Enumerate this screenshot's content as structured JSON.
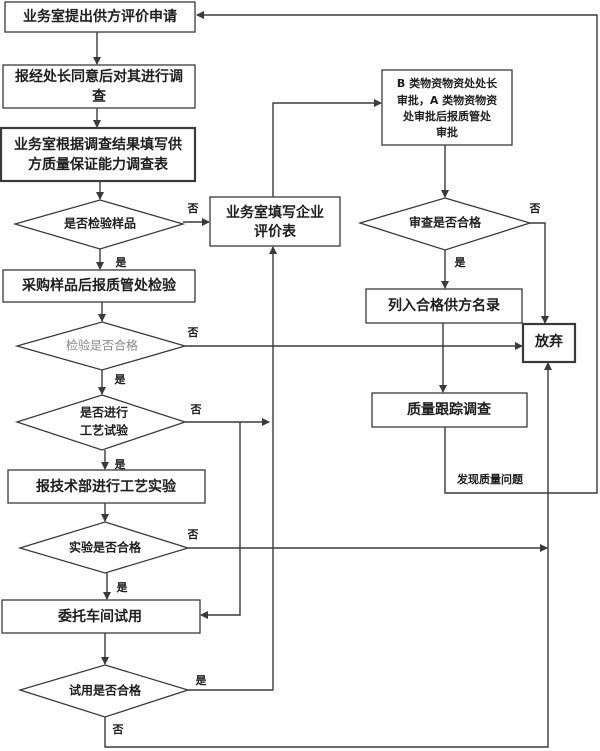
{
  "nodes": {
    "submit_request": "业务室提出供方评价申请",
    "director_approval": [
      "报经处长同意后对其进行调",
      "查"
    ],
    "fill_survey": [
      "业务室根据调查结果填写供",
      "方质量保证能力调查表"
    ],
    "check_sample": "是否检验样品",
    "fill_evaluation": [
      "业务室填写企业",
      "评价表"
    ],
    "buy_sample": "采购样品后报质管处检验",
    "inspection_pass": "检验是否合格",
    "process_test_q": [
      "是否进行",
      "工艺试验"
    ],
    "tech_dept_test": "报技术部进行工艺实验",
    "test_pass": "实验是否合格",
    "workshop_trial": "委托车间试用",
    "trial_pass": "试用是否合格",
    "approval": [
      "B 类物资物资处处长",
      "审批，A 类物资物资",
      "处审批后报质管处",
      "审批"
    ],
    "review_pass": "审查是否合格",
    "qualified_list": "列入合格供方名录",
    "abandon": "放弃",
    "quality_tracking": "质量跟踪调查"
  },
  "labels": {
    "yes": "是",
    "no": "否",
    "quality_issue": "发现质量问题"
  },
  "colors": {
    "line": "#3a3a3a",
    "text": "#1e1e1e",
    "muted_text": "#8a8a8a"
  }
}
